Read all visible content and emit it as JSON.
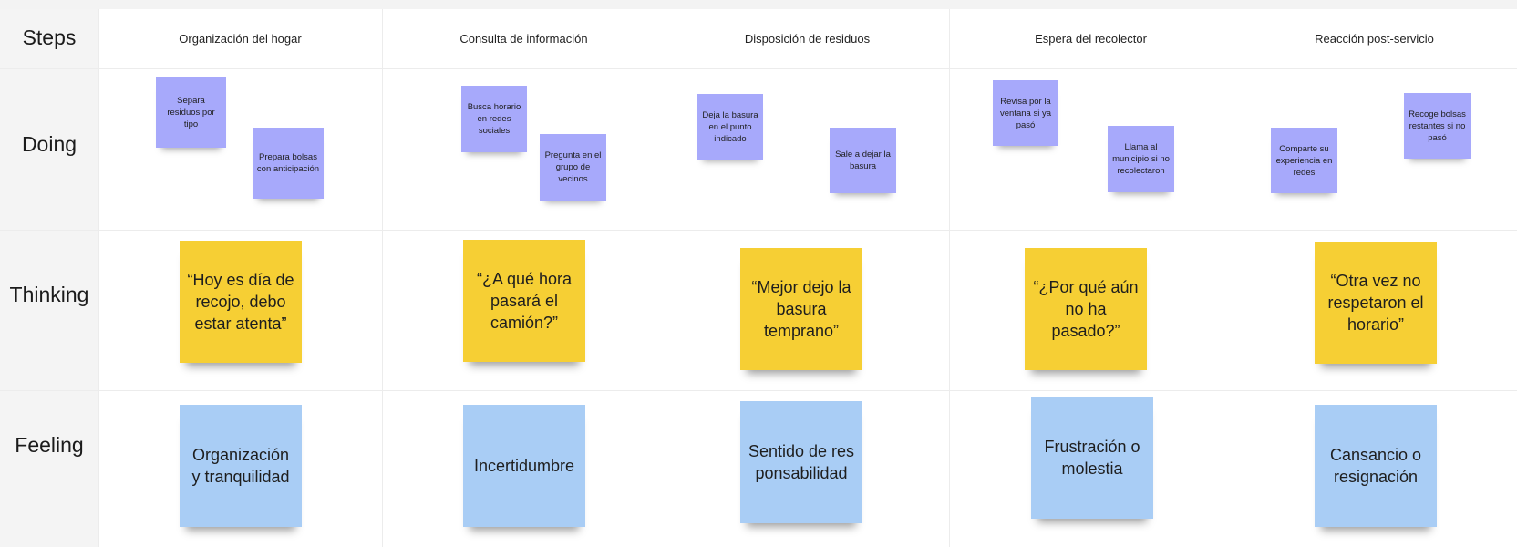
{
  "rows": {
    "steps": "Steps",
    "doing": "Doing",
    "thinking": "Thinking",
    "feeling": "Feeling"
  },
  "columns": [
    "Organización del hogar",
    "Consulta de información",
    "Disposición de residuos",
    "Espera del recolector",
    "Reacción post-servicio"
  ],
  "doing": {
    "col1": [
      "Separa residuos por tipo",
      "Prepara bolsas con anticipación"
    ],
    "col2": [
      "Busca horario en redes sociales",
      "Pregunta en el grupo de vecinos"
    ],
    "col3": [
      "Deja la basura en el punto indicado",
      "Sale a dejar la basura"
    ],
    "col4": [
      "Revisa por la ventana si ya pasó",
      "Llama al municipio si no recolectaron"
    ],
    "col5": [
      "Comparte su experiencia en redes",
      "Recoge bolsas restantes si no pasó"
    ]
  },
  "thinking": [
    "“Hoy es día de recojo, debo estar atenta”",
    "“¿A qué hora pasará el camión?”",
    "“Mejor dejo la basura temprano”",
    "“¿Por qué aún no ha pasado?”",
    "“Otra vez no respetaron el horario”"
  ],
  "feeling": [
    "Organización y tranquilidad",
    "Incertidumbre",
    "Sentido de responsabilidad",
    "Frustración o molestia",
    "Cansancio o resignación"
  ],
  "colors": {
    "doing_note": "#a7a9fb",
    "thinking_note": "#f6cf34",
    "feeling_note": "#a9cdf5"
  }
}
